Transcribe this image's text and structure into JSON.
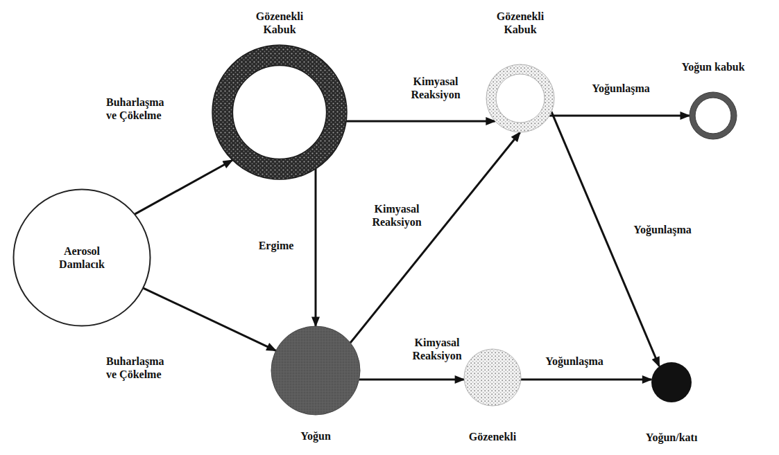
{
  "diagram": {
    "nodes": [
      {
        "text": [
          "Aerosol Damlacık"
        ]
      },
      {
        "text": [
          "Gözenekli Kabuk"
        ]
      },
      {
        "text": [
          "Yoğun"
        ]
      },
      {
        "text": [
          "Gözenekli Kabuk"
        ]
      },
      {
        "text": [
          "Yoğun kabuk"
        ]
      },
      {
        "text": [
          "Gözenekli"
        ]
      },
      {
        "text": [
          "Yoğun/katı"
        ]
      }
    ],
    "edges": [
      {
        "from": 0,
        "to": 1,
        "label": "Buharlaşma ve Çökelme",
        "arrow": "to"
      },
      {
        "from": 0,
        "to": 2,
        "label": "Buharlaşma ve Çökelme",
        "arrow": "to"
      },
      {
        "from": 1,
        "to": 3,
        "label": "Kimyasal Reaksiyon",
        "arrow": "to"
      },
      {
        "from": 1,
        "to": 2,
        "label": "Ergime",
        "arrow": "to"
      },
      {
        "from": 2,
        "to": 3,
        "label": "Kimyasal Reaksiyon",
        "arrow": "to"
      },
      {
        "from": 2,
        "to": 5,
        "label": "Kimyasal Reaksiyon",
        "arrow": "to"
      },
      {
        "from": 3,
        "to": 4,
        "label": "Yoğunlaşma",
        "arrow": "to"
      },
      {
        "from": 3,
        "to": 6,
        "label": "Yoğunlaşma",
        "arrow": "to"
      },
      {
        "from": 5,
        "to": 6,
        "label": "Yoğunlaşma",
        "arrow": "to"
      }
    ]
  }
}
